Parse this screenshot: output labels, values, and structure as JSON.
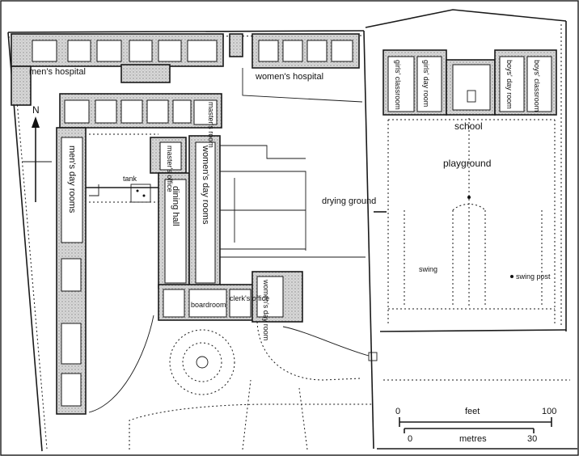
{
  "labels": {
    "mens_hospital": "men's hospital",
    "womens_hospital": "women's hospital",
    "masters_room": "master's room",
    "masters_office": "master's office",
    "tank": "tank",
    "mens_day_rooms": "men's day rooms",
    "womens_day_rooms": "women's day rooms",
    "dining_hall": "dining hall",
    "boardroom": "boardroom",
    "clerks_office": "clerk's office",
    "womens_day_room": "women's day room",
    "drying_ground": "drying ground",
    "girls_classroom": "girls' classroom",
    "girls_day_room": "girls' day room",
    "boys_day_room": "boys' day room",
    "boys_classroom": "boys' classroom",
    "school": "school",
    "playground": "playground",
    "swing": "swing",
    "swing_post": "swing post"
  },
  "north": {
    "label": "N"
  },
  "scale": {
    "feet_label": "feet",
    "feet_min": "0",
    "feet_max": "100",
    "metres_label": "metres",
    "metres_min": "0",
    "metres_max": "30"
  }
}
